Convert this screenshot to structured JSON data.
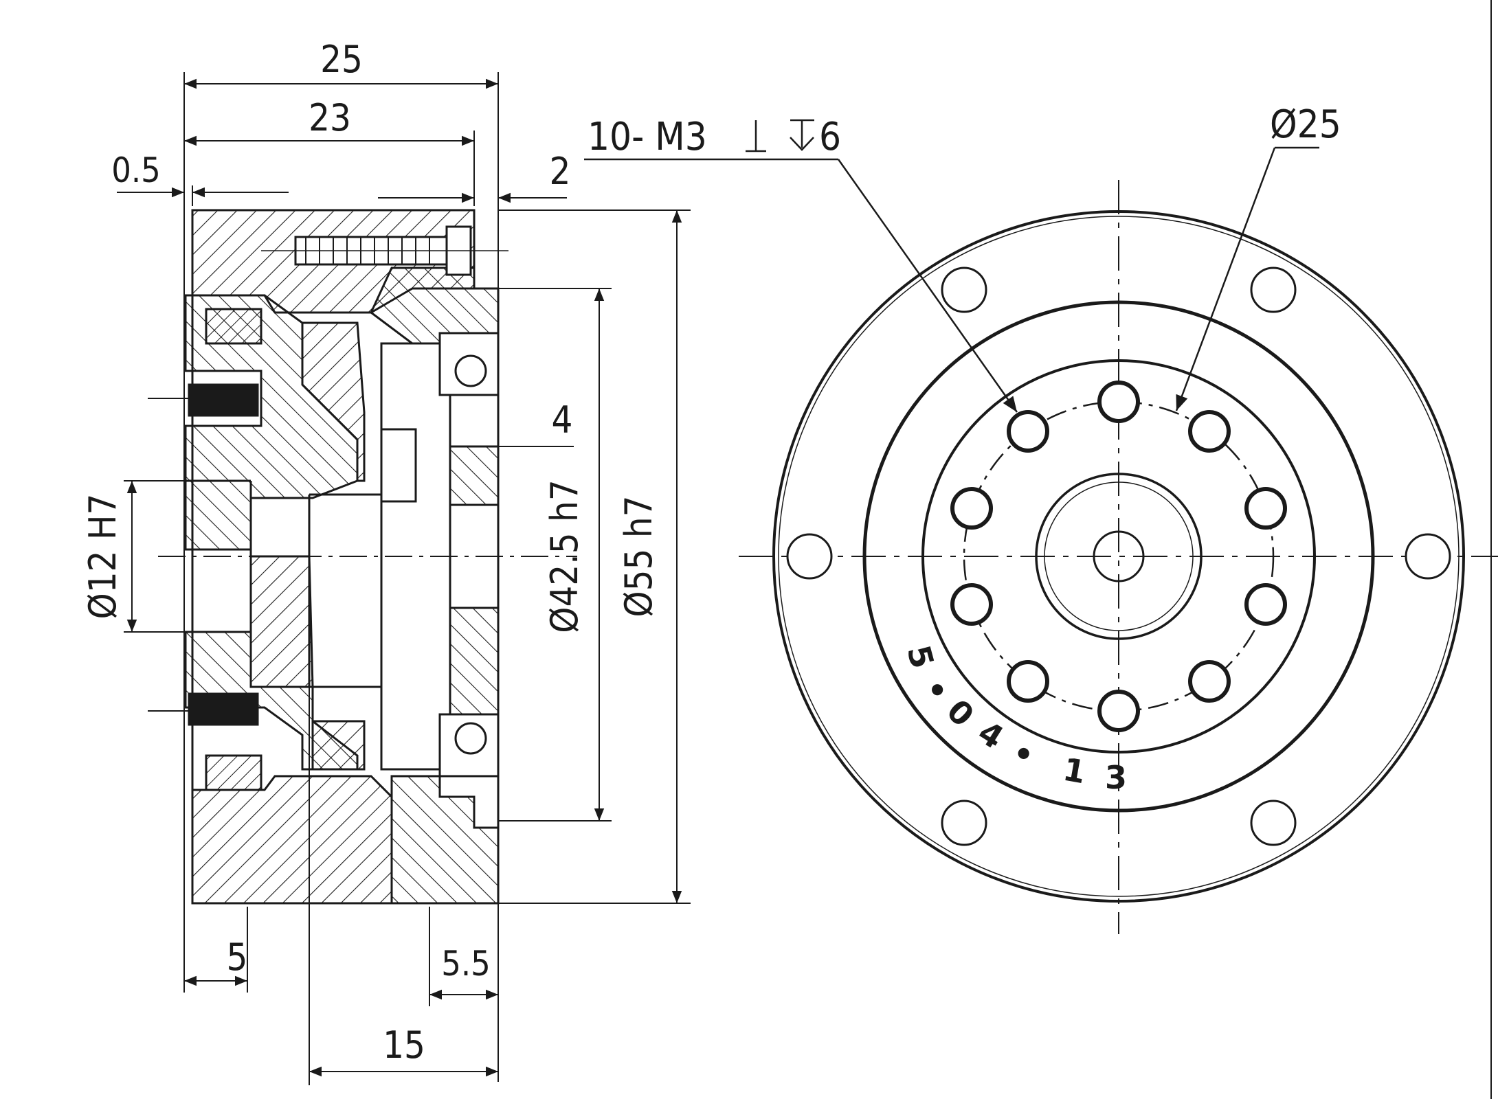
{
  "section_view": {
    "dims": {
      "overall_length": "25",
      "body_length": "23",
      "left_step": "0.5",
      "right_step": "2",
      "keyway": "4",
      "bore": "Ø12 H7",
      "pilot": "Ø42.5 h7",
      "outer": "Ø55 h7",
      "left_hub": "5",
      "right_flange": "5.5",
      "output_depth": "15"
    }
  },
  "front_view": {
    "thread_callout": "10- M3",
    "thread_depth": "6",
    "pcd": "Ø25",
    "engraving_chars": [
      "5",
      "•",
      "0",
      "4",
      "•",
      "1",
      "3"
    ]
  },
  "colors": {
    "line": "#1a1a1a",
    "background": "#ffffff"
  }
}
